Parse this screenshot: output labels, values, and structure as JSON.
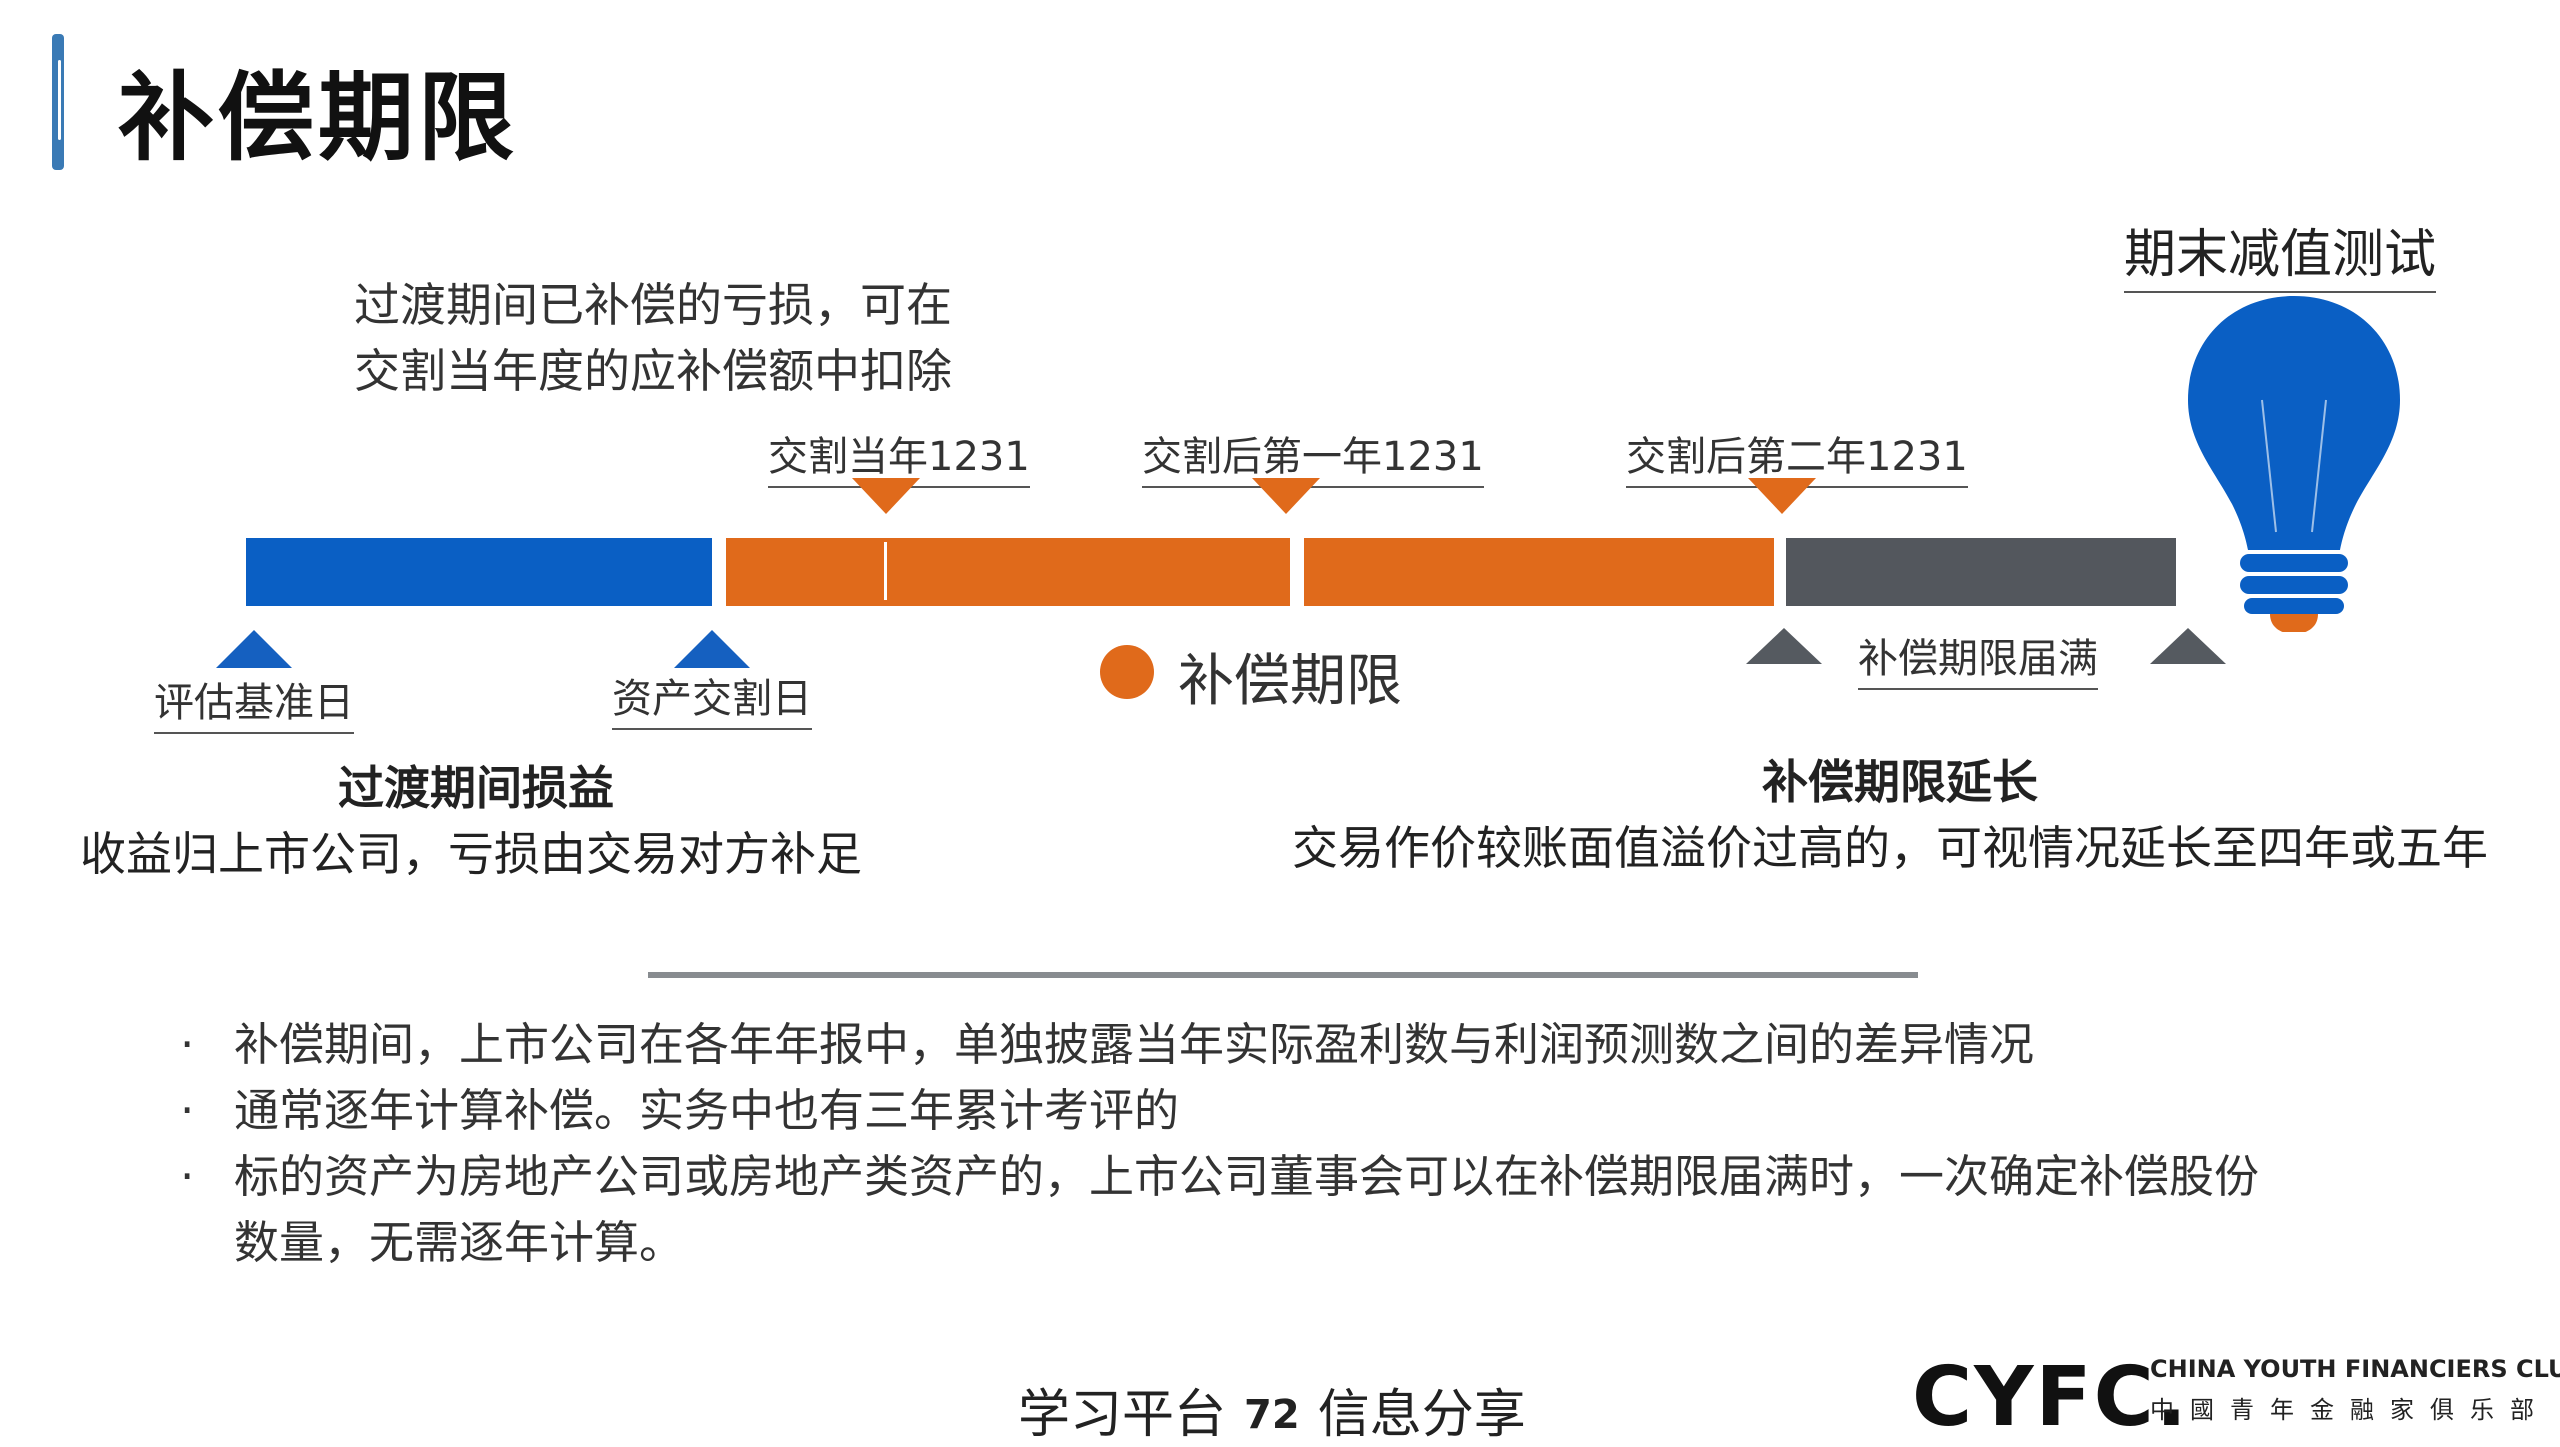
{
  "title": "补偿期限",
  "note_lines": [
    "过渡期间已补偿的亏损，可在",
    "交割当年度的应补偿额中扣除"
  ],
  "timeline": {
    "top_labels": [
      "交割当年1231",
      "交割后第一年1231",
      "交割后第二年1231"
    ],
    "bottom_labels": {
      "start": "评估基准日",
      "delivery": "资产交割日",
      "expiry": "补偿期限届满"
    },
    "legend": "补偿期限",
    "end_test": "期末减值测试",
    "colors": {
      "pre": "#0a5fc4",
      "period": "#e06a1b",
      "extension": "#53575d"
    }
  },
  "left_block": {
    "heading": "过渡期间损益",
    "text": "收益归上市公司，亏损由交易对方补足"
  },
  "right_block": {
    "heading": "补偿期限延长",
    "text": "交易作价较账面值溢价过高的，可视情况延长至四年或五年"
  },
  "bullets": [
    "补偿期间，上市公司在各年年报中，单独披露当年实际盈利数与利润预测数之间的差异情况",
    "通常逐年计算补偿。实务中也有三年累计考评的",
    "标的资产为房地产公司或房地产类资产的，上市公司董事会可以在补偿期限届满时，一次确定补偿股份数量，无需逐年计算。"
  ],
  "bullet_mark": "·",
  "footer": {
    "left": "学习平台",
    "page": "72",
    "right": "信息分享"
  },
  "logo": {
    "mark": "CYFC.",
    "en": "CHINA YOUTH FINANCIERS CLUB",
    "cn": "中國青年金融家俱乐部"
  }
}
